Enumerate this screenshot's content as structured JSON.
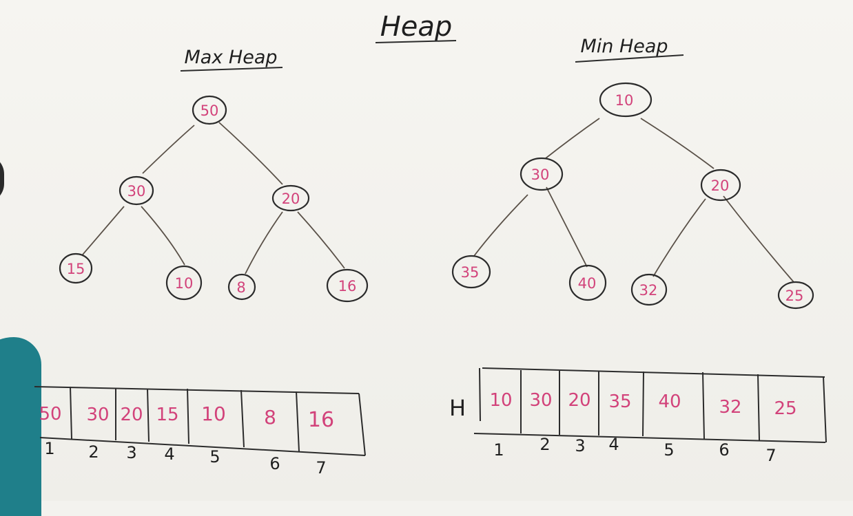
{
  "title": "Heap",
  "max_heap": {
    "label": "Max Heap",
    "nodes": [
      "50",
      "30",
      "20",
      "15",
      "10",
      "8",
      "16"
    ],
    "array": [
      "50",
      "30",
      "20",
      "15",
      "10",
      "8",
      "16"
    ],
    "indices": [
      "1",
      "2",
      "3",
      "4",
      "5",
      "6",
      "7"
    ]
  },
  "min_heap": {
    "label": "Min Heap",
    "array_name": "H",
    "nodes": [
      "10",
      "30",
      "20",
      "35",
      "40",
      "32",
      "25"
    ],
    "array": [
      "10",
      "30",
      "20",
      "35",
      "40",
      "32",
      "25"
    ],
    "indices": [
      "1",
      "2",
      "3",
      "4",
      "5",
      "6",
      "7"
    ]
  },
  "colors": {
    "value_ink": "#d2427a",
    "line_ink": "#2b2b2b",
    "board": "#f3f2ee",
    "shirt": "#1f7f8a"
  }
}
